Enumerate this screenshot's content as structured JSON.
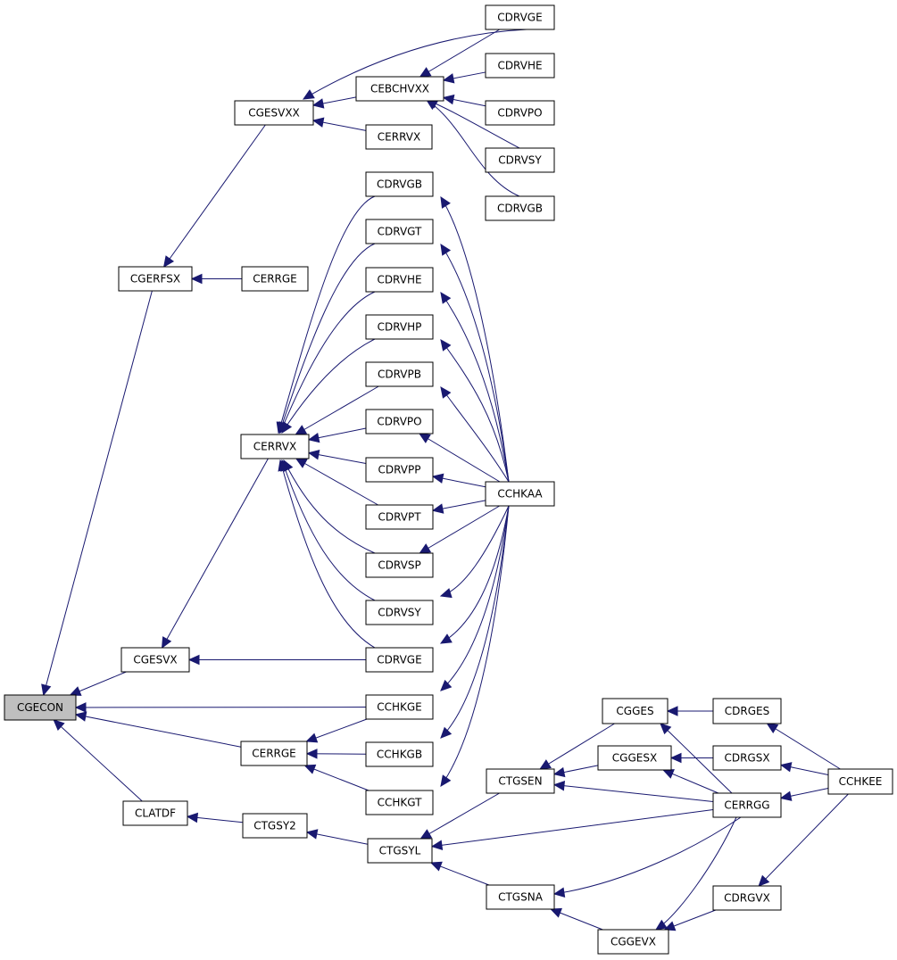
{
  "diagram": {
    "root": "CGECON",
    "nodes": [
      {
        "id": "CGECON",
        "label": "CGECON"
      },
      {
        "id": "CGERFSX",
        "label": "CGERFSX"
      },
      {
        "id": "CGESVX",
        "label": "CGESVX"
      },
      {
        "id": "CERRGE_mid",
        "label": "CERRGE"
      },
      {
        "id": "CLATDF",
        "label": "CLATDF"
      },
      {
        "id": "CGESVXX",
        "label": "CGESVXX"
      },
      {
        "id": "CERRGE_top",
        "label": "CERRGE"
      },
      {
        "id": "CEBCHVXX",
        "label": "CEBCHVXX"
      },
      {
        "id": "CERRVX_a",
        "label": "CERRVX"
      },
      {
        "id": "CDRVGE_a",
        "label": "CDRVGE"
      },
      {
        "id": "CDRVHE_a",
        "label": "CDRVHE"
      },
      {
        "id": "CDRVPO_a",
        "label": "CDRVPO"
      },
      {
        "id": "CDRVSY_a",
        "label": "CDRVSY"
      },
      {
        "id": "CDRVGB_a",
        "label": "CDRVGB"
      },
      {
        "id": "CERRVX_b",
        "label": "CERRVX"
      },
      {
        "id": "CDRVGB_b",
        "label": "CDRVGB"
      },
      {
        "id": "CDRVGT_b",
        "label": "CDRVGT"
      },
      {
        "id": "CDRVHE_b",
        "label": "CDRVHE"
      },
      {
        "id": "CDRVHP_b",
        "label": "CDRVHP"
      },
      {
        "id": "CDRVPB_b",
        "label": "CDRVPB"
      },
      {
        "id": "CDRVPO_b",
        "label": "CDRVPO"
      },
      {
        "id": "CDRVPP_b",
        "label": "CDRVPP"
      },
      {
        "id": "CDRVPT_b",
        "label": "CDRVPT"
      },
      {
        "id": "CDRVSP_b",
        "label": "CDRVSP"
      },
      {
        "id": "CDRVSY_b",
        "label": "CDRVSY"
      },
      {
        "id": "CDRVGE_b",
        "label": "CDRVGE"
      },
      {
        "id": "CCHKGE",
        "label": "CCHKGE"
      },
      {
        "id": "CCHKGB",
        "label": "CCHKGB"
      },
      {
        "id": "CCHKGT",
        "label": "CCHKGT"
      },
      {
        "id": "CCHKAA",
        "label": "CCHKAA"
      },
      {
        "id": "CTGSY2",
        "label": "CTGSY2"
      },
      {
        "id": "CTGSYL",
        "label": "CTGSYL"
      },
      {
        "id": "CTGSEN",
        "label": "CTGSEN"
      },
      {
        "id": "CTGSNA",
        "label": "CTGSNA"
      },
      {
        "id": "CGGES",
        "label": "CGGES"
      },
      {
        "id": "CGGESX",
        "label": "CGGESX"
      },
      {
        "id": "CGGEVX",
        "label": "CGGEVX"
      },
      {
        "id": "CDRGES",
        "label": "CDRGES"
      },
      {
        "id": "CDRGSX",
        "label": "CDRGSX"
      },
      {
        "id": "CERRGG",
        "label": "CERRGG"
      },
      {
        "id": "CDRGVX",
        "label": "CDRGVX"
      },
      {
        "id": "CCHKEE",
        "label": "CCHKEE"
      }
    ],
    "edges": [
      [
        "CGERFSX",
        "CGECON"
      ],
      [
        "CGESVX",
        "CGECON"
      ],
      [
        "CCHKGE",
        "CGECON"
      ],
      [
        "CERRGE_mid",
        "CGECON"
      ],
      [
        "CLATDF",
        "CGECON"
      ],
      [
        "CGESVXX",
        "CGERFSX"
      ],
      [
        "CERRGE_top",
        "CGERFSX"
      ],
      [
        "CEBCHVXX",
        "CGESVXX"
      ],
      [
        "CERRVX_a",
        "CGESVXX"
      ],
      [
        "CDRVGE_a",
        "CGESVXX"
      ],
      [
        "CDRVGE_a",
        "CEBCHVXX"
      ],
      [
        "CDRVHE_a",
        "CEBCHVXX"
      ],
      [
        "CDRVPO_a",
        "CEBCHVXX"
      ],
      [
        "CDRVSY_a",
        "CEBCHVXX"
      ],
      [
        "CDRVGB_a",
        "CEBCHVXX"
      ],
      [
        "CERRVX_b",
        "CGESVX"
      ],
      [
        "CDRVGE_b",
        "CGESVX"
      ],
      [
        "CDRVGB_b",
        "CERRVX_b"
      ],
      [
        "CDRVGT_b",
        "CERRVX_b"
      ],
      [
        "CDRVHE_b",
        "CERRVX_b"
      ],
      [
        "CDRVHP_b",
        "CERRVX_b"
      ],
      [
        "CDRVPB_b",
        "CERRVX_b"
      ],
      [
        "CDRVPO_b",
        "CERRVX_b"
      ],
      [
        "CDRVPP_b",
        "CERRVX_b"
      ],
      [
        "CDRVPT_b",
        "CERRVX_b"
      ],
      [
        "CDRVSP_b",
        "CERRVX_b"
      ],
      [
        "CDRVSY_b",
        "CERRVX_b"
      ],
      [
        "CDRVGE_b",
        "CERRVX_b"
      ],
      [
        "CCHKAA",
        "CDRVGB_b"
      ],
      [
        "CCHKAA",
        "CDRVGT_b"
      ],
      [
        "CCHKAA",
        "CDRVHE_b"
      ],
      [
        "CCHKAA",
        "CDRVHP_b"
      ],
      [
        "CCHKAA",
        "CDRVPB_b"
      ],
      [
        "CCHKAA",
        "CDRVPO_b"
      ],
      [
        "CCHKAA",
        "CDRVPP_b"
      ],
      [
        "CCHKAA",
        "CDRVPT_b"
      ],
      [
        "CCHKAA",
        "CDRVSP_b"
      ],
      [
        "CCHKAA",
        "CDRVSY_b"
      ],
      [
        "CCHKAA",
        "CDRVGE_b"
      ],
      [
        "CCHKAA",
        "CCHKGE"
      ],
      [
        "CCHKAA",
        "CCHKGB"
      ],
      [
        "CCHKAA",
        "CCHKGT"
      ],
      [
        "CCHKGE",
        "CERRGE_mid"
      ],
      [
        "CCHKGB",
        "CERRGE_mid"
      ],
      [
        "CCHKGT",
        "CERRGE_mid"
      ],
      [
        "CTGSY2",
        "CLATDF"
      ],
      [
        "CTGSYL",
        "CTGSY2"
      ],
      [
        "CTGSEN",
        "CTGSYL"
      ],
      [
        "CTGSNA",
        "CTGSYL"
      ],
      [
        "CERRGG",
        "CTGSYL"
      ],
      [
        "CGGES",
        "CTGSEN"
      ],
      [
        "CGGESX",
        "CTGSEN"
      ],
      [
        "CERRGG",
        "CTGSEN"
      ],
      [
        "CERRGG",
        "CTGSNA"
      ],
      [
        "CGGEVX",
        "CTGSNA"
      ],
      [
        "CDRGES",
        "CGGES"
      ],
      [
        "CERRGG",
        "CGGES"
      ],
      [
        "CDRGSX",
        "CGGESX"
      ],
      [
        "CERRGG",
        "CGGESX"
      ],
      [
        "CERRGG",
        "CGGEVX"
      ],
      [
        "CDRGVX",
        "CGGEVX"
      ],
      [
        "CCHKEE",
        "CDRGES"
      ],
      [
        "CCHKEE",
        "CDRGSX"
      ],
      [
        "CCHKEE",
        "CERRGG"
      ],
      [
        "CCHKEE",
        "CDRGVX"
      ]
    ]
  }
}
